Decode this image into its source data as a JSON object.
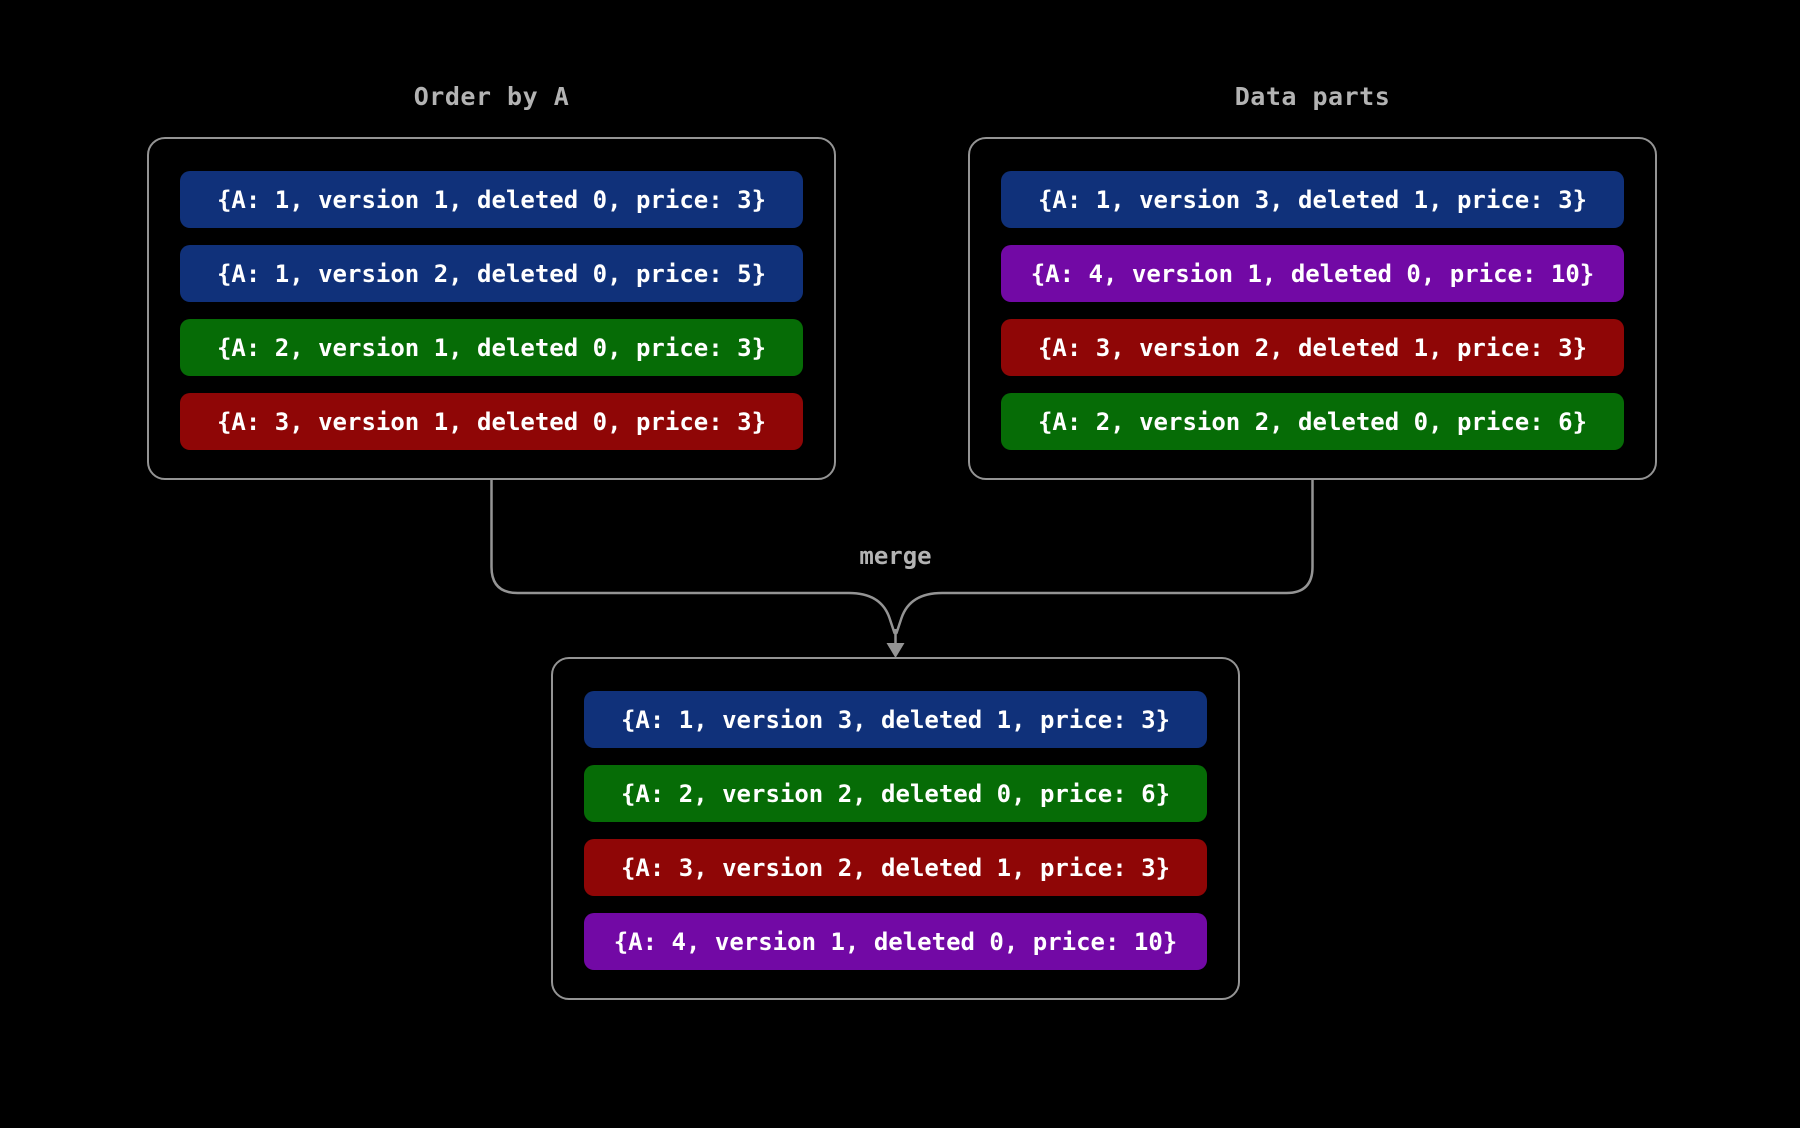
{
  "diagram": {
    "merge_label": "merge",
    "background": "#000000"
  },
  "colors": {
    "blue": "#10317a",
    "green": "#066c06",
    "red": "#8f0606",
    "purple": "#7209a5",
    "box_border": "#949494",
    "connector_line": "#949494",
    "title_text": "#b3b3b3",
    "row_text": "#ffffff"
  },
  "boxes": [
    {
      "name": "order-by-a",
      "title": "Order by A",
      "rows": [
        {
          "text": "{A: 1, version 1, deleted 0, price: 3}",
          "color": "blue"
        },
        {
          "text": "{A: 1, version 2, deleted 0, price: 5}",
          "color": "blue"
        },
        {
          "text": "{A: 2, version 1, deleted 0, price: 3}",
          "color": "green"
        },
        {
          "text": "{A: 3, version 1, deleted 0, price: 3}",
          "color": "red"
        }
      ]
    },
    {
      "name": "data-parts",
      "title": "Data parts",
      "rows": [
        {
          "text": "{A: 1, version 3, deleted 1, price: 3}",
          "color": "blue"
        },
        {
          "text": "{A: 4, version 1, deleted 0, price: 10}",
          "color": "purple"
        },
        {
          "text": "{A: 3, version 2, deleted 1, price: 3}",
          "color": "red"
        },
        {
          "text": "{A: 2, version 2, deleted 0, price: 6}",
          "color": "green"
        }
      ]
    },
    {
      "name": "merged-part",
      "title": "",
      "rows": [
        {
          "text": "{A: 1, version 3, deleted 1, price: 3}",
          "color": "blue"
        },
        {
          "text": "{A: 2, version 2, deleted 0, price: 6}",
          "color": "green"
        },
        {
          "text": "{A: 3, version 2, deleted 1, price: 3}",
          "color": "red"
        },
        {
          "text": "{A: 4, version 1, deleted 0, price: 10}",
          "color": "purple"
        }
      ]
    }
  ]
}
